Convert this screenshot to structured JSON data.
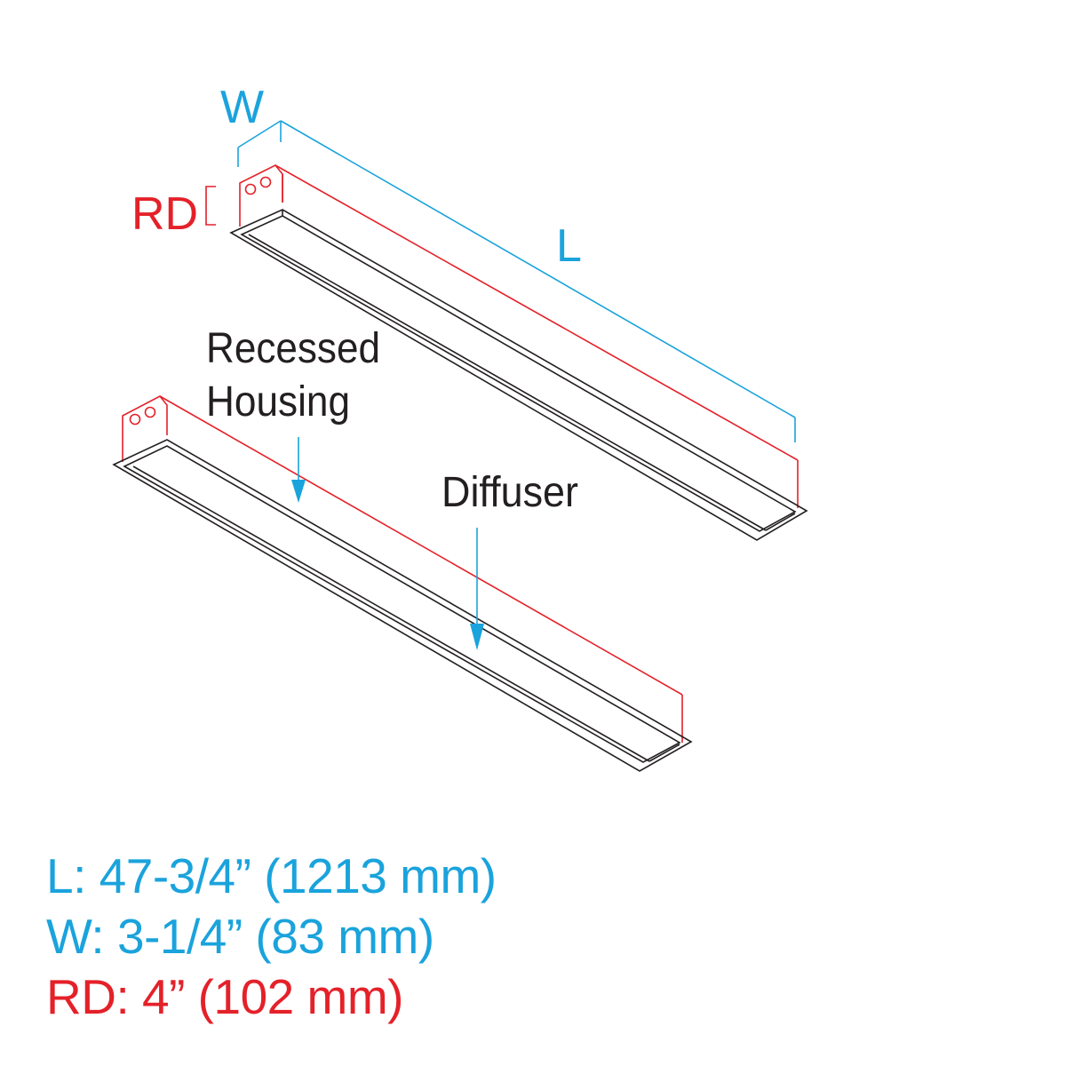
{
  "colors": {
    "blue": "#1aa3dc",
    "red": "#e42129",
    "line": "#231f20"
  },
  "labels": {
    "width": "W",
    "length": "L",
    "recess_depth": "RD",
    "housing_line1": "Recessed",
    "housing_line2": "Housing",
    "diffuser": "Diffuser"
  },
  "specs": {
    "length": "L: 47-3/4” (1213 mm)",
    "width": "W: 3-1/4” (83 mm)",
    "recess_depth": "RD: 4” (102 mm)"
  }
}
